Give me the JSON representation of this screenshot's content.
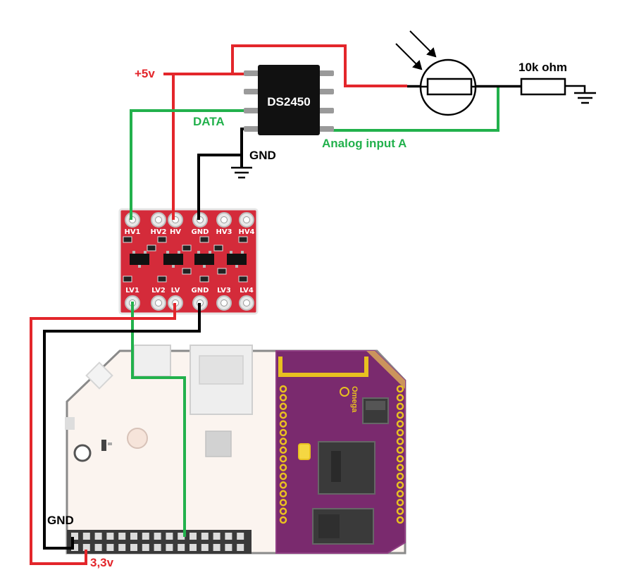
{
  "chip": {
    "label": "DS2450"
  },
  "labels": {
    "plus5v": "+5v",
    "data": "DATA",
    "gnd_chip": "GND",
    "analog_input": "Analog input A",
    "resistor": "10k ohm",
    "gnd_board": "GND",
    "v33": "3,3v"
  },
  "level_shifter": {
    "hv_pins": [
      "HV1",
      "HV2",
      "HV",
      "GND",
      "HV3",
      "HV4"
    ],
    "lv_pins": [
      "LV1",
      "LV2",
      "LV",
      "GND",
      "LV3",
      "LV4"
    ]
  },
  "omega": {
    "logo_text": "Omega"
  },
  "colors": {
    "power": "#e3262b",
    "data": "#22b14c",
    "ground": "#000000",
    "shifter_board": "#d42b3a",
    "omega_board": "#7a2a6e",
    "gold": "#e8c020"
  }
}
